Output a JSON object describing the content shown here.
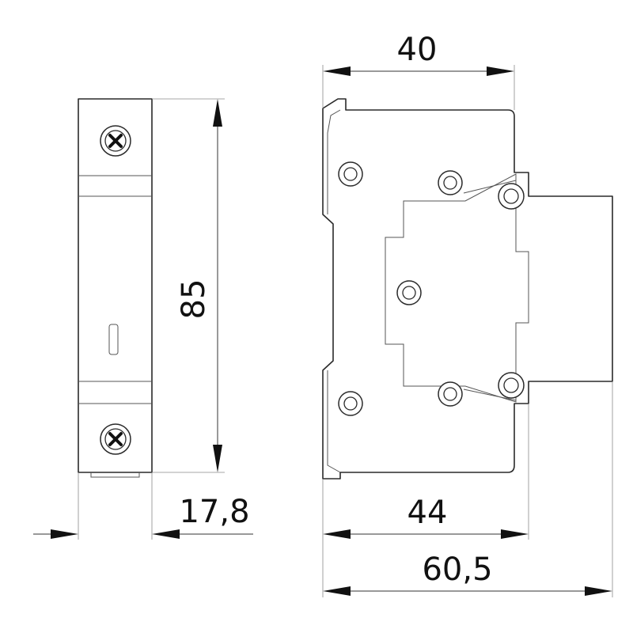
{
  "dimensions": {
    "front_width": "17,8",
    "front_height": "85",
    "side_top_width": "40",
    "side_body_width": "44",
    "side_total_width": "60,5"
  }
}
